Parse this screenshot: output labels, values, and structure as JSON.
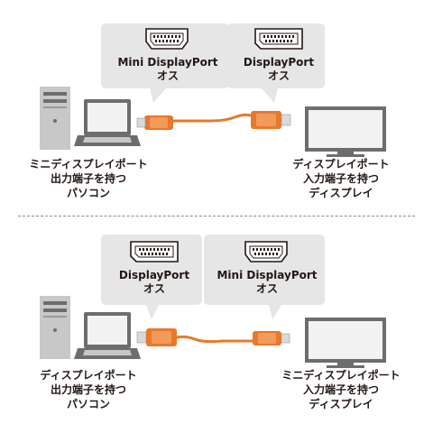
{
  "top": {
    "left_connector": {
      "name": "Mini DisplayPort",
      "gender": "オス"
    },
    "right_connector": {
      "name": "DisplayPort",
      "gender": "オス"
    },
    "source_caption": [
      "ミニディスプレイポート",
      "出力端子を持つ",
      "パソコン"
    ],
    "display_caption": [
      "ディスプレイポート",
      "入力端子を持つ",
      "ディスプレイ"
    ]
  },
  "bottom": {
    "left_connector": {
      "name": "DisplayPort",
      "gender": "オス"
    },
    "right_connector": {
      "name": "Mini DisplayPort",
      "gender": "オス"
    },
    "source_caption": [
      "ディスプレイポート",
      "出力端子を持つ",
      "パソコン"
    ],
    "display_caption": [
      "ミニディスプレイポート",
      "入力端子を持つ",
      "ディスプレイ"
    ]
  },
  "colors": {
    "cable": "#e8782a",
    "bubble": "#e6e6e6",
    "device": "#c8c8c8",
    "device_dark": "#6d6d6d"
  }
}
